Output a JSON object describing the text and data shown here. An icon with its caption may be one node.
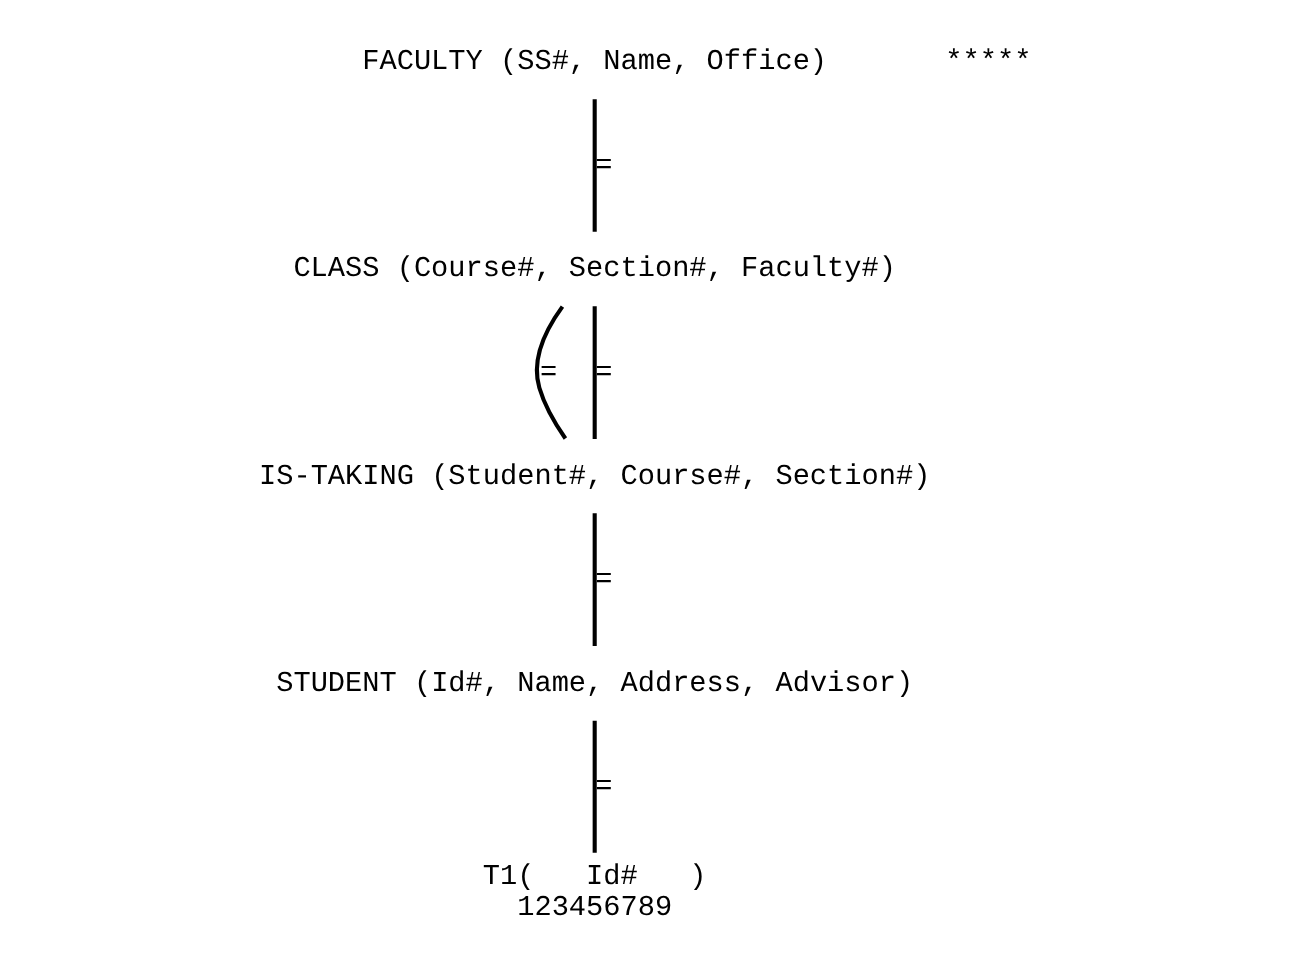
{
  "diagram": {
    "nodes": [
      {
        "text": [
          "FACULTY (SS#, Name, Office)"
        ]
      },
      {
        "text": [
          "CLASS (Course#, Section#, Faculty#)"
        ]
      },
      {
        "text": [
          "IS-TAKING (Student#, Course#, Section#)"
        ]
      },
      {
        "text": [
          "STUDENT (Id#, Name, Address, Advisor)"
        ]
      },
      {
        "text": [
          "T1(   Id#   )"
        ],
        "beside": [
          "123456789"
        ]
      }
    ],
    "edges": [
      {
        "from": 0,
        "to": 1,
        "arrow": "none",
        "label": "="
      },
      {
        "from": 1,
        "to": 2,
        "arrow": "none",
        "label": "="
      },
      {
        "from": 1,
        "to": 2,
        "arrow": "none",
        "label": "="
      },
      {
        "from": 2,
        "to": 3,
        "arrow": "none",
        "label": "="
      },
      {
        "from": 3,
        "to": 4,
        "arrow": "none",
        "label": "="
      }
    ],
    "labels": [
      "*****"
    ]
  }
}
